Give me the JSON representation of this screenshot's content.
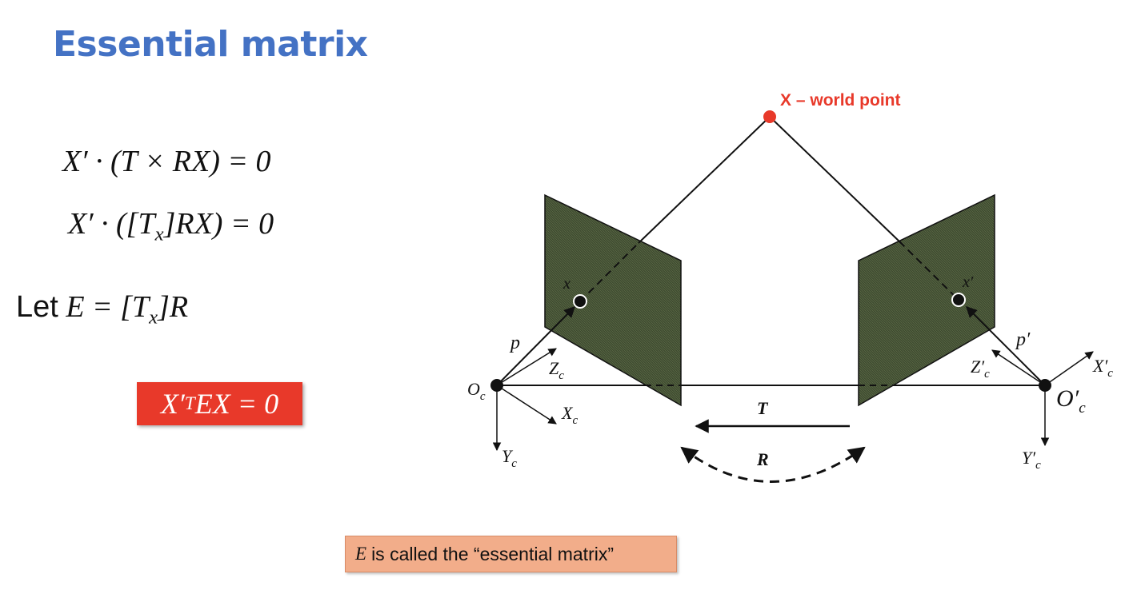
{
  "slide": {
    "title": "Essential matrix"
  },
  "equations": {
    "eq1": "X′ · (T × RX) = 0",
    "eq2_a": "X′ · ([T",
    "eq2_sub": "x",
    "eq2_b": "]RX) = 0",
    "eq3_let": "Let",
    "eq3_a": "E = [T",
    "eq3_sub": "x",
    "eq3_b": "]R",
    "boxed_a": "X′",
    "boxed_sup": "T",
    "boxed_b": "EX = 0"
  },
  "diagram": {
    "world_point_label": "X – world point",
    "x_left": "x",
    "x_right": "x′",
    "p_left": "p",
    "p_right": "p′",
    "O_left": "O",
    "O_left_sub": "c",
    "O_right": "O′",
    "O_right_sub": "c",
    "Z_left": "Z",
    "Z_left_sub": "c",
    "X_left": "X",
    "X_left_sub": "c",
    "Y_left": "Y",
    "Y_left_sub": "c",
    "Z_right": "Z′",
    "Z_right_sub": "c",
    "X_right": "X′",
    "X_right_sub": "c",
    "Y_right": "Y′",
    "Y_right_sub": "c",
    "T_label": "T",
    "R_label": "R",
    "colors": {
      "world_point": "#e8392a",
      "image_plane": "#3e4a30",
      "title": "#4472c4",
      "box": "#e8392a",
      "note": "#f2ad8a"
    }
  },
  "note": {
    "e": "E",
    "text": "is called the “essential matrix”"
  }
}
